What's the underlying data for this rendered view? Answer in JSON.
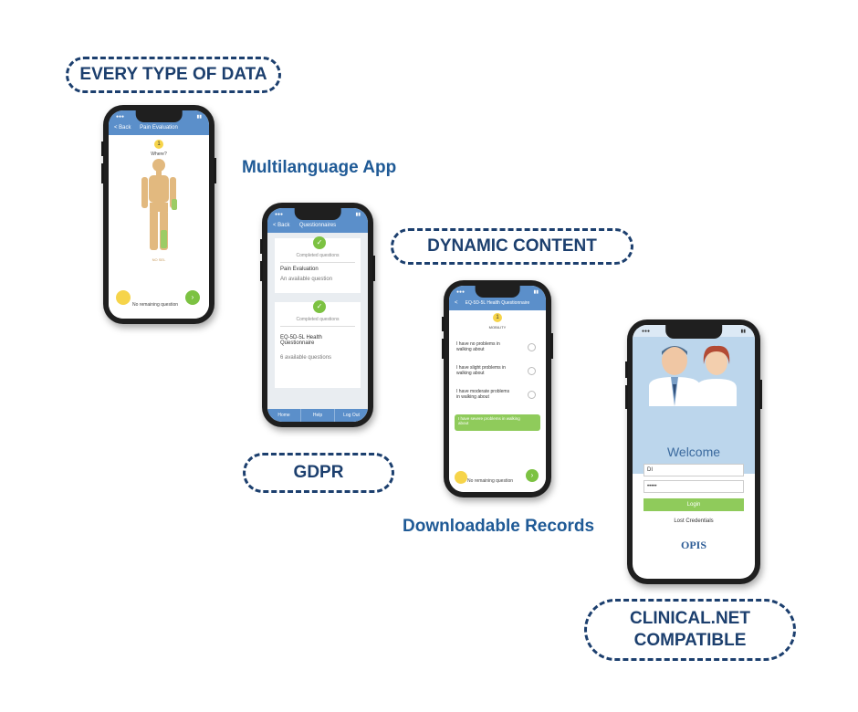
{
  "badges": {
    "every_type": "EVERY TYPE OF DATA",
    "dynamic": "DYNAMIC CONTENT",
    "gdpr": "GDPR",
    "clinical_line1": "CLINICAL.NET",
    "clinical_line2": "COMPATIBLE"
  },
  "labels": {
    "multilanguage": "Multilanguage App",
    "downloadable": "Downloadable Records"
  },
  "colors": {
    "badge": "#1c3f6e",
    "label": "#1f5a96",
    "app_blue": "#5b8fca",
    "green": "#7cc242",
    "yellow": "#f6d44a"
  },
  "phone1": {
    "back": "< Back",
    "title": "Pain Evaluation",
    "step": "1",
    "question": "Where?",
    "caption": "NO SEL",
    "remaining": "No remaining question"
  },
  "phone2": {
    "back": "< Back",
    "title": "Questionnaires",
    "card1_status": "Completed questions",
    "card1_title": "Pain Evaluation",
    "card1_sub": "An available question",
    "card2_status": "Completed questions",
    "card2_title": "EQ-5D-5L Health Questionnaire",
    "card2_sub": "6 available questions",
    "tab_home": "Home",
    "tab_help": "Help",
    "tab_logout": "Log Out"
  },
  "phone3": {
    "back": "<",
    "title": "EQ-5D-5L Health Questionnaire",
    "step": "1",
    "section": "MOBILITY",
    "option1": "I have no problems in walking about",
    "option2": "I have slight problems in walking about",
    "option3": "I have moderate problems in walking about",
    "option4": "I have severe problems in walking about",
    "remaining": "No remaining question"
  },
  "phone4": {
    "welcome": "Welcome",
    "username": "DI",
    "password": "•••••",
    "login": "Login",
    "lost": "Lost Credentials",
    "logo": "OPIS"
  }
}
